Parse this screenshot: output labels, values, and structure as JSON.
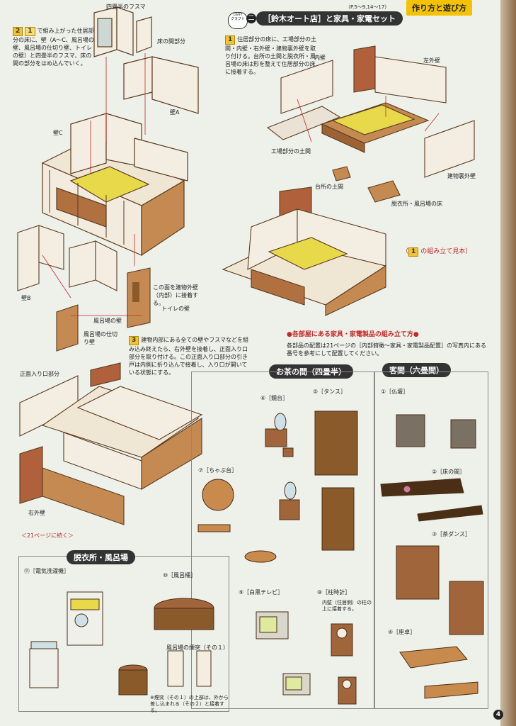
{
  "header": {
    "craft_badge_top": "CRAFT",
    "craft_badge_bottom": "クラフト",
    "craft_number": "二",
    "title": "［鈴木オート店］と家具・家電セット",
    "page_ref": "（P.5〜9,14〜17）",
    "section_tag": "作り方と遊び方"
  },
  "step2": {
    "number": "2",
    "sub_number": "1",
    "text": "で組み上がった住居部分の床に、壁（A〜C、風呂場の壁、風呂場の仕切り壁、トイレの壁）と四畳半のフスマ、床の間の部分をはめ込んでいく。",
    "labels": {
      "fusuma": "四畳半のフスマ",
      "tokonoma": "床の間部分",
      "wall_a": "壁A",
      "wall_c": "壁C",
      "wall_b": "壁B",
      "outer_note": "この面を建物外壁（内部）に接着する。",
      "toilet": "トイレの壁",
      "bath_wall": "風呂場の壁",
      "bath_partition": "風呂場の仕切り壁"
    }
  },
  "step1": {
    "number": "1",
    "text": "住居部分の床に、工場部分の土間・内壁・右外壁・建物裏外壁を取り付ける。台所の土間と脱衣所・風呂場の床は形を整えて住居部分の床に接着する。",
    "labels": {
      "inner_wall": "内壁",
      "left_outer": "左外壁",
      "factory_floor": "工場部分の土間",
      "kitchen_floor": "台所の土間",
      "back_wall": "建物裏外壁",
      "bath_floor": "脱衣所・風呂場の床"
    },
    "sample_num": "1",
    "sample_label": "の組み立て見本"
  },
  "step3": {
    "number": "3",
    "text": "建物内部にある全ての壁やフスマなどを組み込み終えたら、右外壁を接着し、正面入り口部分を取り付ける。この正面入り口部分の引き戸は内側に折り込んで接着し、入り口が開いている状態にする。",
    "labels": {
      "front_entrance": "正面入り口部分",
      "right_outer": "右外壁"
    },
    "continue": "＜21ページに続く＞"
  },
  "furniture": {
    "heading": "●各部屋にある家具・家電製品の組み立て方●",
    "text": "各部品の配置は21ページの［内部俯瞰〜家具・家電製品配置］の写真内にある番号を参考にして配置してください。",
    "ochanoma_title": "お茶の間（四畳半）",
    "kyakuma_title": "客間（六畳間）",
    "items": {
      "kyodai": "⑥［鏡台］",
      "tansu": "⑤［タンス］",
      "chabudai": "⑦［ちゃぶ台］",
      "butsudan": "①［仏壇］",
      "tokonoma": "②［床の間］",
      "chadansu": "③［茶ダンス］",
      "zataku": "④［座卓］",
      "tv": "⑨［白黒テレビ］",
      "clock": "⑧［柱時計］",
      "clock_note": "内壁（住居側）の柱の上に接着する。"
    }
  },
  "bath": {
    "title": "脱衣所・風呂場",
    "washer": "⑪［電気洗濯機］",
    "tub": "⑩［風呂桶］",
    "chimney": "風呂場の煙突（その１）",
    "note": "※煙突（その１）の上部は、外から差し込まれる（その２）と接着する。"
  },
  "page_number": "4"
}
